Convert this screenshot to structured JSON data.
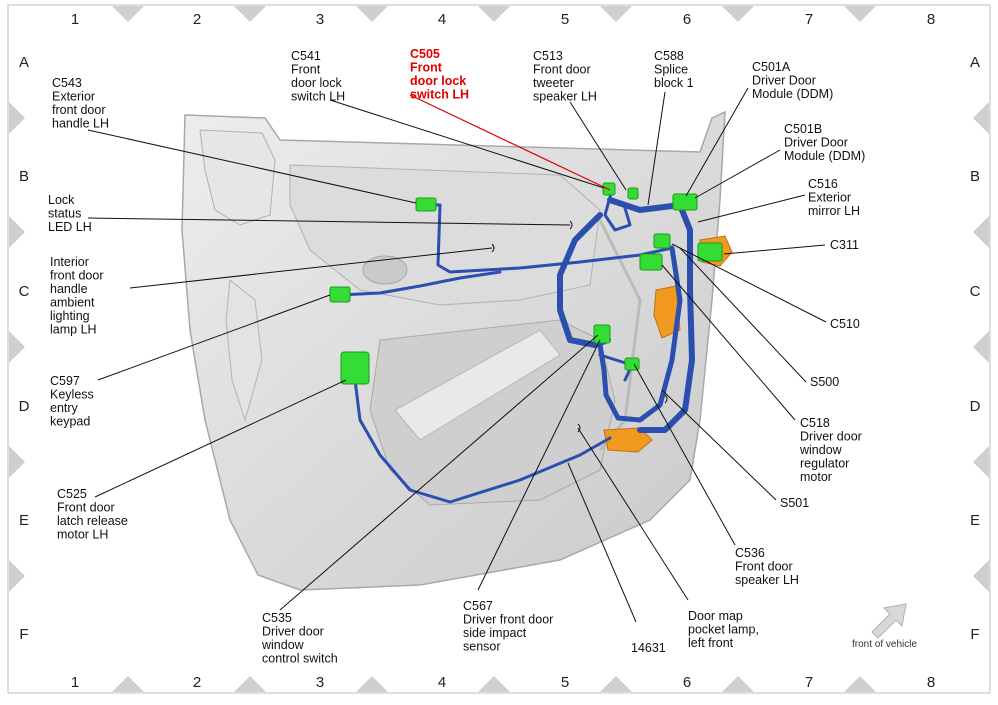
{
  "grid": {
    "columns": [
      "1",
      "2",
      "3",
      "4",
      "5",
      "6",
      "7",
      "8"
    ],
    "rows": [
      "A",
      "B",
      "C",
      "D",
      "E",
      "F"
    ]
  },
  "labels": {
    "c543": [
      "C543",
      "Exterior",
      "front door",
      "handle LH"
    ],
    "c541": [
      "C541",
      "Front",
      "door lock",
      "switch LH"
    ],
    "c505": [
      "C505",
      "Front",
      "door lock",
      "switch LH"
    ],
    "c513": [
      "C513",
      "Front door",
      "tweeter",
      "speaker LH"
    ],
    "c588": [
      "C588",
      "Splice",
      "block 1"
    ],
    "c501a": [
      "C501A",
      "Driver Door",
      "Module (DDM)"
    ],
    "c501b": [
      "C501B",
      "Driver Door",
      "Module (DDM)"
    ],
    "c516": [
      "C516",
      "Exterior",
      "mirror LH"
    ],
    "c311": [
      "C311"
    ],
    "lock_led": [
      "Lock",
      "status",
      "LED LH"
    ],
    "ambient": [
      "Interior",
      "front door",
      "handle",
      "ambient",
      "lighting",
      "lamp LH"
    ],
    "c510": [
      "C510"
    ],
    "c597": [
      "C597",
      "Keyless",
      "entry",
      "keypad"
    ],
    "s500": [
      "S500"
    ],
    "c518": [
      "C518",
      "Driver door",
      "window",
      "regulator",
      "motor"
    ],
    "c525": [
      "C525",
      "Front door",
      "latch release",
      "motor LH"
    ],
    "s501": [
      "S501"
    ],
    "c536": [
      "C536",
      "Front door",
      "speaker LH"
    ],
    "c535": [
      "C535",
      "Driver door",
      "window",
      "control switch"
    ],
    "c567": [
      "C567",
      "Driver front door",
      "side impact",
      "sensor"
    ],
    "n14631": [
      "14631"
    ],
    "map_lamp": [
      "Door map",
      "pocket lamp,",
      "left front"
    ]
  },
  "front_of_vehicle": "front of vehicle",
  "colors": {
    "harness": "#2b4fae",
    "connector": "#33dd33",
    "highlight": "#e00000",
    "orange_part": "#f29a1f",
    "door_panel": "#d6d6d6"
  }
}
